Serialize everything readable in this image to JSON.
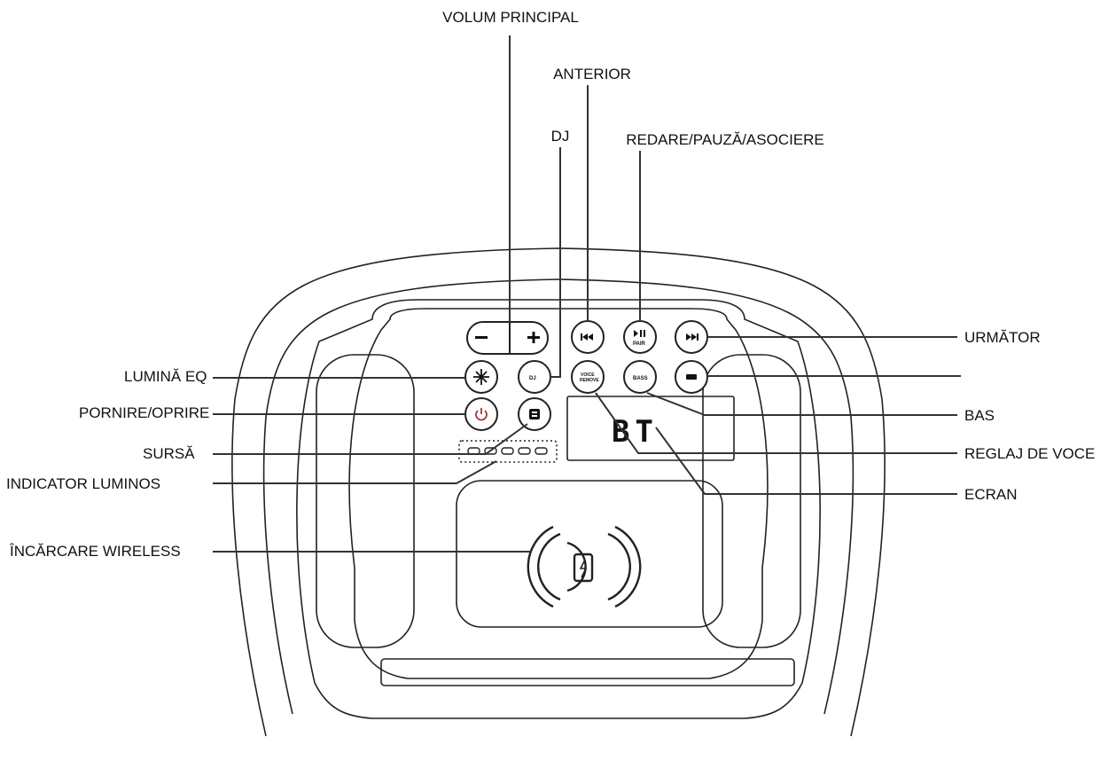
{
  "callouts": {
    "volume": "VOLUM PRINCIPAL",
    "previous": "ANTERIOR",
    "dj": "DJ",
    "play_pause": "REDARE/PAUZĂ/ASOCIERE",
    "next": "URMĂTOR",
    "light_eq": "LUMINĂ  EQ",
    "power": "PORNIRE/OPRIRE",
    "source": "SURSĂ",
    "indicator": "INDICATOR LUMINOS",
    "wireless_charging": "ÎNCĂRCARE WIRELESS",
    "bass": "BAS",
    "voice_adjust": "REGLAJ DE VOCE",
    "screen": "ECRAN"
  },
  "display_text": "BT",
  "button_labels": {
    "minus": "−",
    "plus": "+",
    "dj": "DJ",
    "bass": "BASS",
    "voice_line1": "VOICE",
    "voice_line2": "REMOVE",
    "play_pause_sub": "PAIR"
  }
}
